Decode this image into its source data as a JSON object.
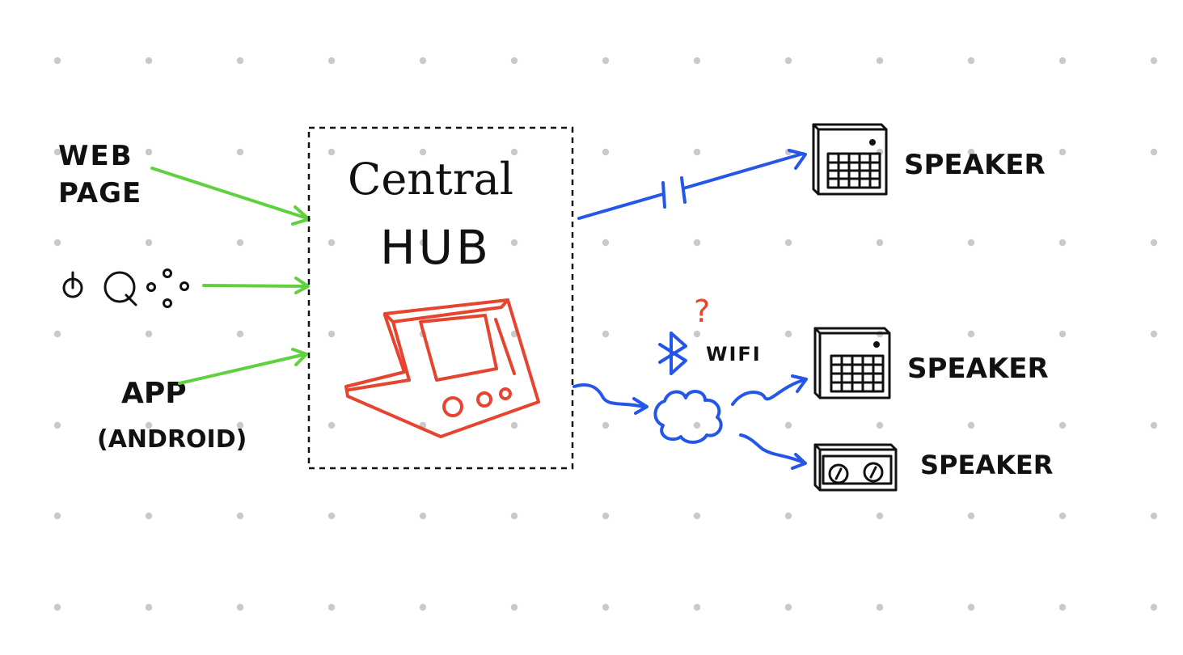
{
  "inputs": {
    "web_page_line1": "WEB",
    "web_page_line2": "PAGE",
    "app_line1": "APP",
    "app_line2": "(ANDROID)"
  },
  "hub": {
    "title_line1": "Central",
    "title_line2": "HUB"
  },
  "network": {
    "wifi_label": "WIFI",
    "question_mark": "?"
  },
  "outputs": {
    "speaker_1": "SPEAKER",
    "speaker_2": "SPEAKER",
    "speaker_3": "SPEAKER"
  },
  "icons": [
    "power-icon",
    "knob-icon",
    "buttons-icon",
    "hub-device-icon",
    "bluetooth-icon",
    "cloud-icon",
    "speaker-grid-icon",
    "speaker-two-knob-icon"
  ],
  "colors": {
    "input_arrows": "#5fd13f",
    "output_arrows": "#2456e8",
    "hub_device": "#e5452f",
    "question_mark": "#e5452f",
    "ink": "#111111",
    "grid_dots": "#c9c9c9"
  }
}
